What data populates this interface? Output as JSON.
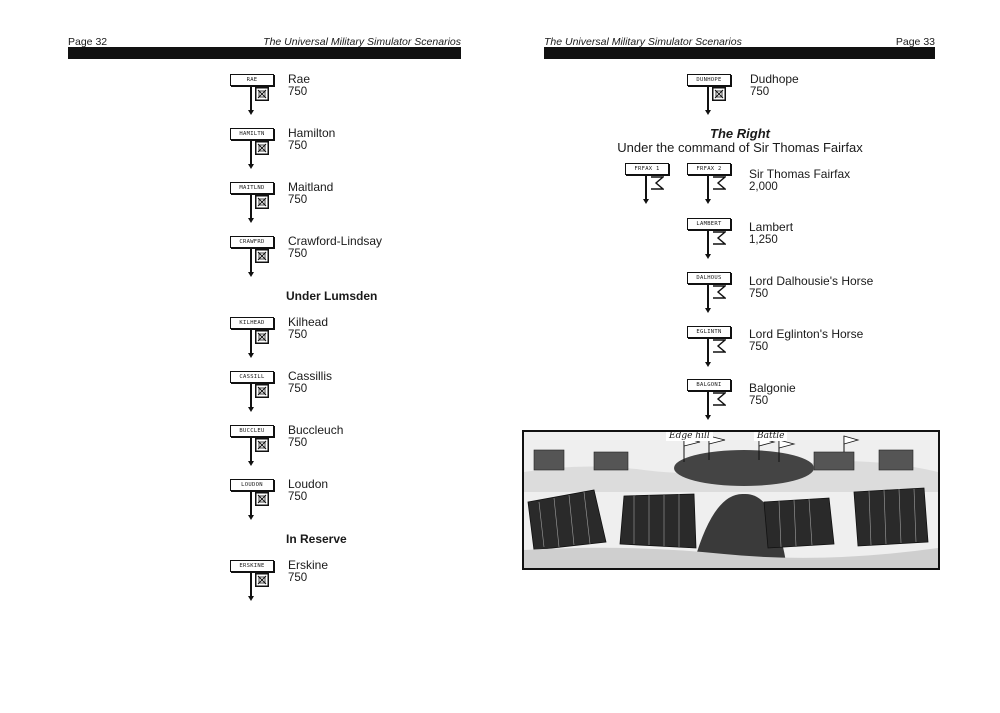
{
  "header_left": {
    "page": "Page 32",
    "title": "The Universal Military Simulator Scenarios"
  },
  "header_right": {
    "page": "Page 33",
    "title": "The Universal Military Simulator Scenarios"
  },
  "left_units": [
    {
      "tag": "RAE",
      "name": "Rae",
      "strength": "750"
    },
    {
      "tag": "HAMILTN",
      "name": "Hamilton",
      "strength": "750"
    },
    {
      "tag": "MAITLND",
      "name": "Maitland",
      "strength": "750"
    },
    {
      "tag": "CRAWFRD",
      "name": "Crawford-Lindsay",
      "strength": "750"
    },
    {
      "tag": "KILHEAD",
      "name": "Kilhead",
      "strength": "750"
    },
    {
      "tag": "CASSILL",
      "name": "Cassillis",
      "strength": "750"
    },
    {
      "tag": "BUCCLEU",
      "name": "Buccleuch",
      "strength": "750"
    },
    {
      "tag": "LOUDON",
      "name": "Loudon",
      "strength": "750"
    },
    {
      "tag": "ERSKINE",
      "name": "Erskine",
      "strength": "750"
    }
  ],
  "left_sections": {
    "lumsden": "Under Lumsden",
    "reserve": "In Reserve"
  },
  "right_top_unit": {
    "tag": "DUNHOPE",
    "name": "Dudhope",
    "strength": "750"
  },
  "right_section": {
    "title": "The Right",
    "subtitle": "Under the command of Sir Thomas Fairfax"
  },
  "right_units": [
    {
      "tag": "FRFAX 1",
      "name": "",
      "strength": ""
    },
    {
      "tag": "FRFAX 2",
      "name": "Sir Thomas Fairfax",
      "strength": "2,000"
    },
    {
      "tag": "LAMBERT",
      "name": "Lambert",
      "strength": "1,250"
    },
    {
      "tag": "DALHOUS",
      "name": "Lord Dalhousie's Horse",
      "strength": "750"
    },
    {
      "tag": "EGLINTN",
      "name": "Lord Eglinton's Horse",
      "strength": "750"
    },
    {
      "tag": "BALGONI",
      "name": "Balgonie",
      "strength": "750"
    }
  ],
  "engraving": {
    "caption1": "Edge hill",
    "caption2": "Battle"
  },
  "icons": {
    "infantry": "infantry-square-icon",
    "cavalry": "cavalry-flag-icon"
  }
}
